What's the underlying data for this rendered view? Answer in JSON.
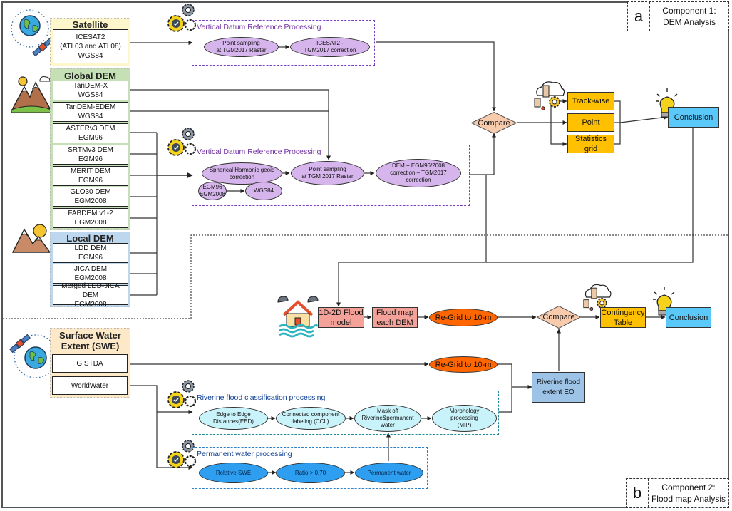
{
  "components": {
    "a": {
      "letter": "a",
      "line1": "Component 1:",
      "line2": "DEM Analysis"
    },
    "b": {
      "letter": "b",
      "line1": "Component 2:",
      "line2": "Flood map Analysis"
    }
  },
  "satellite": {
    "title": "Satellite",
    "items": [
      {
        "l1": "ICESAT2",
        "l2": "(ATL03 and ATL08)",
        "l3": "WGS84"
      }
    ]
  },
  "global_dem": {
    "title": "Global DEM",
    "items": [
      {
        "name": "TanDEM-X",
        "datum": "WGS84"
      },
      {
        "name": "TanDEM-EDEM",
        "datum": "WGS84"
      },
      {
        "name": "ASTERv3 DEM",
        "datum": "EGM96"
      },
      {
        "name": "SRTMv3 DEM",
        "datum": "EGM96"
      },
      {
        "name": "MERIT DEM",
        "datum": "EGM96"
      },
      {
        "name": "GLO30 DEM",
        "datum": "EGM2008"
      },
      {
        "name": "FABDEM v1-2",
        "datum": "EGM2008"
      }
    ]
  },
  "local_dem": {
    "title": "Local DEM",
    "items": [
      {
        "name": "LDD DEM",
        "datum": "EGM96"
      },
      {
        "name": "JICA DEM",
        "datum": "EGM2008"
      },
      {
        "name": "Merged LDD-JICA DEM",
        "datum": "EGM2008"
      }
    ]
  },
  "swe": {
    "title_l1": "Surface Water",
    "title_l2": "Extent (SWE)",
    "items": [
      "GISTDA",
      "WorldWater"
    ]
  },
  "vdrp1": {
    "title": "Vertical Datum Reference Processing",
    "nodes": [
      {
        "l1": "Point sampling",
        "l2": "at TGM2017 Raster"
      },
      {
        "l1": "ICESAT2 -",
        "l2": "TGM2017 correction"
      }
    ]
  },
  "vdrp2": {
    "title": "Vertical Datum Reference Processing",
    "sh": {
      "l1": "Spherical Harmonic geoid",
      "l2": "correction"
    },
    "egm": {
      "l1": "EGM96",
      "l2": "EGM2008"
    },
    "wgs": "WGS84",
    "ps": {
      "l1": "Point sampling",
      "l2": "at TGM 2017 Raster"
    },
    "corr": {
      "l1": "DEM + EGM96/2008",
      "l2": "correction – TGM2017",
      "l3": "correction"
    }
  },
  "dem_analysis": {
    "compare": "Compare",
    "outputs": [
      "Track-wise",
      "Point",
      "Statistics grid"
    ],
    "conclusion": "Conclusion"
  },
  "flood": {
    "model": {
      "l1": "1D-2D Flood",
      "l2": "model"
    },
    "floodmap": {
      "l1": "Flood map",
      "l2": "each DEM"
    },
    "regrid1": "Re-Grid to 10-m",
    "regrid2": "Re-Grid to 10-m",
    "compare": "Compare",
    "contingency": {
      "l1": "Contingency",
      "l2": "Table"
    },
    "conclusion": "Conclusion",
    "riverine_eo": {
      "l1": "Riverine flood",
      "l2": "extent EO"
    }
  },
  "rfcp": {
    "title": "Riverine flood classification processing",
    "nodes": [
      {
        "l1": "Edge to Edge",
        "l2": "Distances(EED)",
        "l3": ""
      },
      {
        "l1": "Connected component",
        "l2": "labeling (CCL)",
        "l3": ""
      },
      {
        "l1": "Mask off",
        "l2": "Riverine&permanent",
        "l3": "water"
      },
      {
        "l1": "Morphology",
        "l2": "processing",
        "l3": "(MIP)"
      }
    ]
  },
  "pwp": {
    "title": "Permanent water processing",
    "nodes": [
      "Relative SWE",
      "Ratio > 0.70",
      "Permanent water"
    ]
  },
  "colors": {
    "lavender": "#d6b4ec",
    "gold": "#ffc000",
    "sky": "#5bc8fa",
    "orange": "#ff6600",
    "salmon": "#f4a299",
    "peach": "#f8cbad",
    "cyan": "#c9f3fa",
    "blue": "#2e9ff0",
    "steel": "#9dc3e6",
    "satellite_bg": "#fff7cc",
    "global_bg": "#c5e0b4",
    "local_bg": "#bdd7ee",
    "swe_bg": "#fde9c8"
  }
}
